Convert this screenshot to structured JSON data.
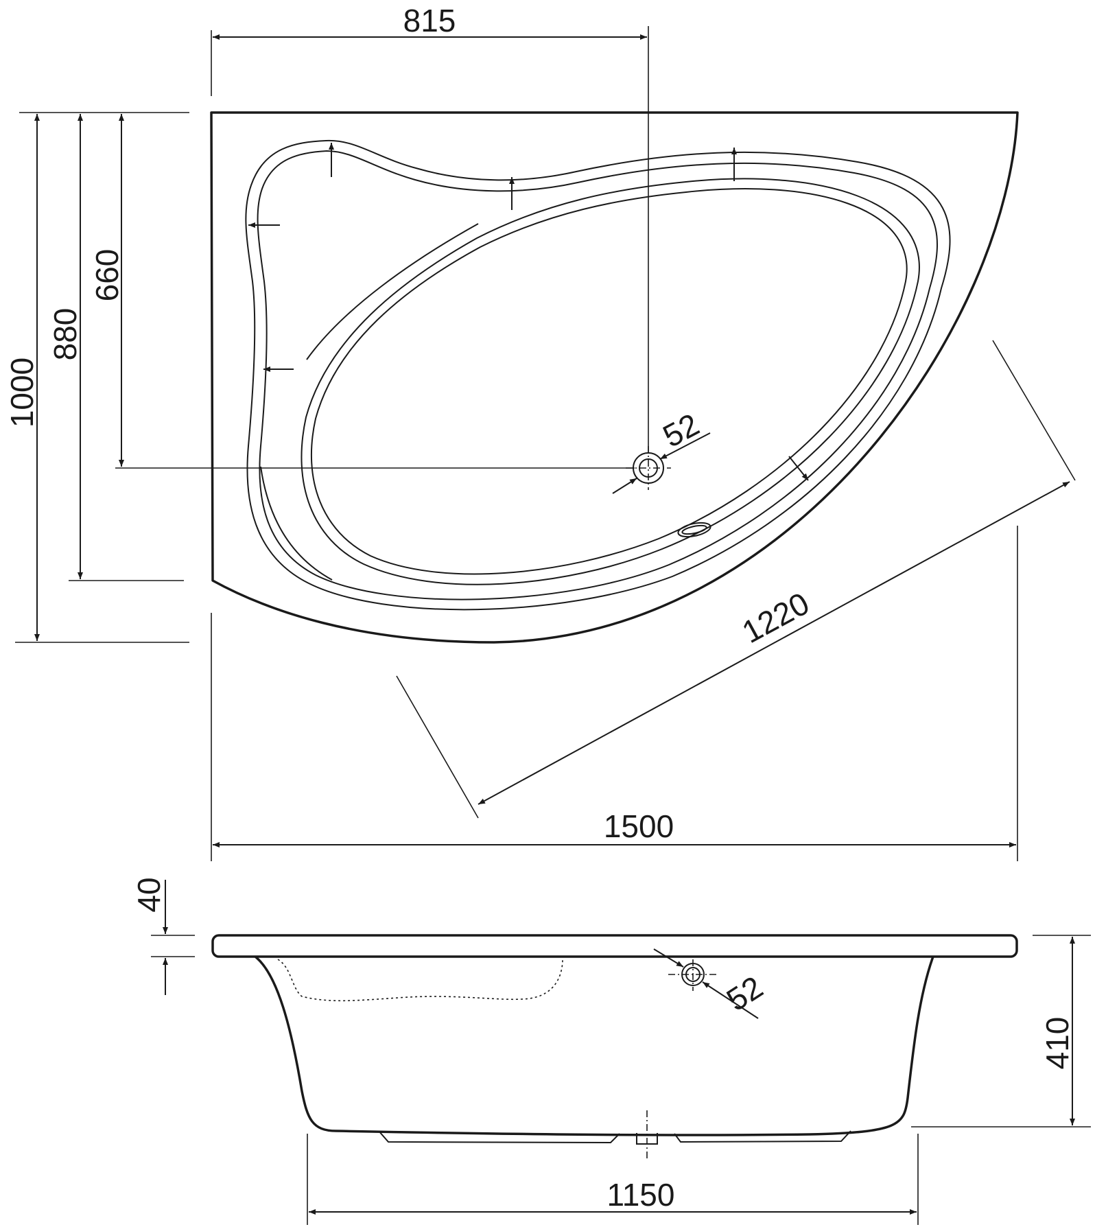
{
  "top_view": {
    "dimensions": {
      "drain_offset_x": "815",
      "overall_depth": "1000",
      "short_side_depth": "880",
      "drain_offset_y": "660",
      "drain_diameter": "52",
      "diagonal_length": "1220",
      "overall_length": "1500"
    }
  },
  "side_view": {
    "dimensions": {
      "rim_thickness": "40",
      "drain_diameter": "52",
      "height": "410",
      "bottom_length": "1150"
    }
  }
}
